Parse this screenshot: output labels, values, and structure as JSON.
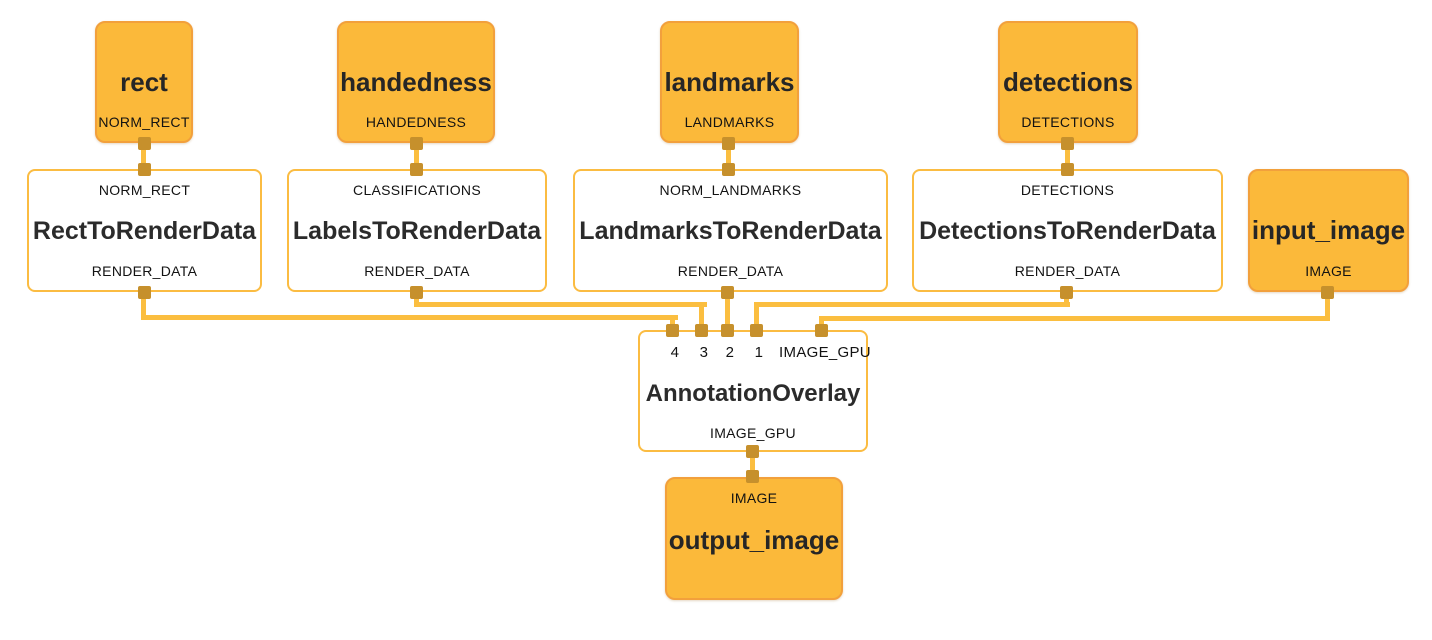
{
  "diagram": {
    "sources": [
      {
        "title": "rect",
        "port": "NORM_RECT"
      },
      {
        "title": "handedness",
        "port": "HANDEDNESS"
      },
      {
        "title": "landmarks",
        "port": "LANDMARKS"
      },
      {
        "title": "detections",
        "port": "DETECTIONS"
      },
      {
        "title": "input_image",
        "port": "IMAGE"
      }
    ],
    "calculators": [
      {
        "input": "NORM_RECT",
        "title": "RectToRenderData",
        "output": "RENDER_DATA"
      },
      {
        "input": "CLASSIFICATIONS",
        "title": "LabelsToRenderData",
        "output": "RENDER_DATA"
      },
      {
        "input": "NORM_LANDMARKS",
        "title": "LandmarksToRenderData",
        "output": "RENDER_DATA"
      },
      {
        "input": "DETECTIONS",
        "title": "DetectionsToRenderData",
        "output": "RENDER_DATA"
      }
    ],
    "annotation_overlay": {
      "title": "AnnotationOverlay",
      "inputs": [
        "4",
        "3",
        "2",
        "1",
        "IMAGE_GPU"
      ],
      "output": "IMAGE_GPU"
    },
    "sink": {
      "title": "output_image",
      "port": "IMAGE"
    },
    "edges": [
      {
        "from": "rect:NORM_RECT",
        "to": "RectToRenderData:NORM_RECT"
      },
      {
        "from": "handedness:HANDEDNESS",
        "to": "LabelsToRenderData:CLASSIFICATIONS"
      },
      {
        "from": "landmarks:LANDMARKS",
        "to": "LandmarksToRenderData:NORM_LANDMARKS"
      },
      {
        "from": "detections:DETECTIONS",
        "to": "DetectionsToRenderData:DETECTIONS"
      },
      {
        "from": "RectToRenderData:RENDER_DATA",
        "to": "AnnotationOverlay:4"
      },
      {
        "from": "LabelsToRenderData:RENDER_DATA",
        "to": "AnnotationOverlay:3"
      },
      {
        "from": "LandmarksToRenderData:RENDER_DATA",
        "to": "AnnotationOverlay:2"
      },
      {
        "from": "DetectionsToRenderData:RENDER_DATA",
        "to": "AnnotationOverlay:1"
      },
      {
        "from": "input_image:IMAGE",
        "to": "AnnotationOverlay:IMAGE_GPU"
      },
      {
        "from": "AnnotationOverlay:IMAGE_GPU",
        "to": "output_image:IMAGE"
      }
    ],
    "colors": {
      "node_fill": "#FBB93A",
      "node_border": "#F2A03C",
      "calculator_border": "#FBBC42",
      "wire": "#FBBE3F",
      "connector": "#C6902C",
      "title_text": "#262626",
      "label_text": "#121212"
    }
  }
}
